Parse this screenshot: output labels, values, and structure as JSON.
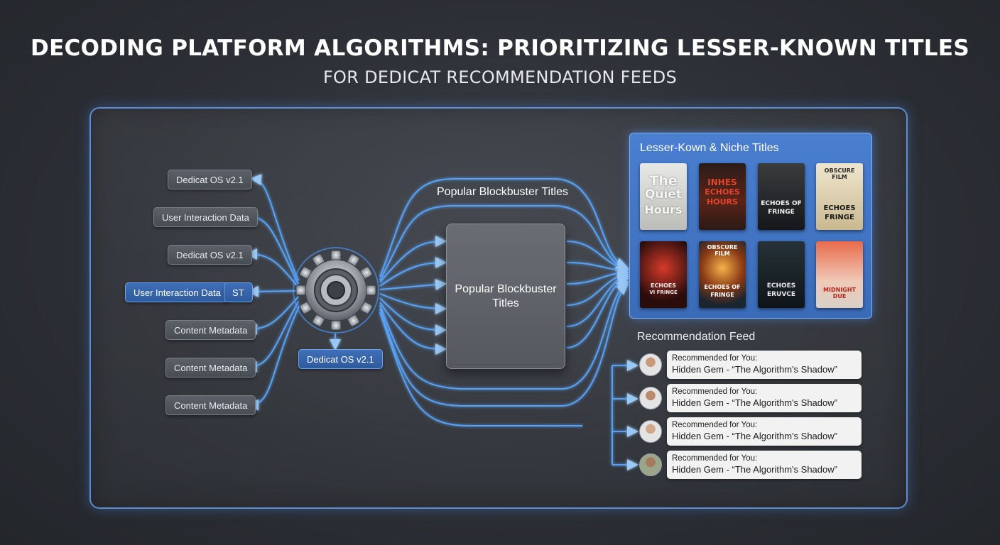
{
  "title": "DECODING PLATFORM ALGORITHMS: PRIORITIZING LESSER-KNOWN TITLES",
  "subtitle": "FOR DEDICAT RECOMMENDATION FEEDS",
  "inputs": [
    {
      "label": "Dedicat OS v2.1"
    },
    {
      "label": "User Interaction Data"
    },
    {
      "label": "Dedicat OS v2.1"
    },
    {
      "label": "User Interaction Data",
      "highlight": true
    },
    {
      "label": "Content Metadata"
    },
    {
      "label": "Content Metadata"
    },
    {
      "label": "Content Metadata"
    }
  ],
  "input_tag": "ST",
  "engine": {
    "icon": "gear-icon",
    "label": "Dedicat OS v2.1"
  },
  "popular": {
    "flow_label": "Popular Blockbuster Titles",
    "box_label": "Popular Blockbuster Titles"
  },
  "niche": {
    "title": "Lesser-Kown & Niche Titles",
    "posters": [
      {
        "top": "The",
        "mid": "Quiet",
        "bot": "Hours",
        "style": "light"
      },
      {
        "top": "INHES",
        "mid": "ECHOES",
        "bot": "HOURS",
        "style": "red"
      },
      {
        "top": "",
        "mid": "ECHOES OF",
        "bot": "FRINGE",
        "style": "dark"
      },
      {
        "top": "OBSCURE FILM",
        "mid": "ECHOES",
        "bot": "FRINGE",
        "style": "cream"
      },
      {
        "top": "",
        "mid": "ECHOES",
        "bot": "VI FRINGE",
        "style": "crimson"
      },
      {
        "top": "OBSCURE FILM",
        "mid": "ECHOES OF",
        "bot": "FRINGE",
        "style": "fire"
      },
      {
        "top": "",
        "mid": "ECHOES",
        "bot": "ERUVCE",
        "style": "night"
      },
      {
        "top": "",
        "mid": "",
        "bot": "MIDNIGHT DUE",
        "style": "salmon"
      }
    ]
  },
  "feed": {
    "title": "Recommendation Feed",
    "items": [
      {
        "line1": "Recommended for You:",
        "line2": "Hidden Gem - “The Algorithm's Shadow”"
      },
      {
        "line1": "Recommended for You:",
        "line2": "Hidden Gem - “The Algorithm's Shadow”"
      },
      {
        "line1": "Recommended for You:",
        "line2": "Hidden Gem - “The Algorithm's Shadow”"
      },
      {
        "line1": "Recommended for You:",
        "line2": "Hidden Gem - “The Algorithm's Shadow”"
      }
    ]
  },
  "colors": {
    "accent": "#5aa8ff",
    "panel_border": "#6eaaff",
    "niche_bg": "#3f74c4"
  }
}
